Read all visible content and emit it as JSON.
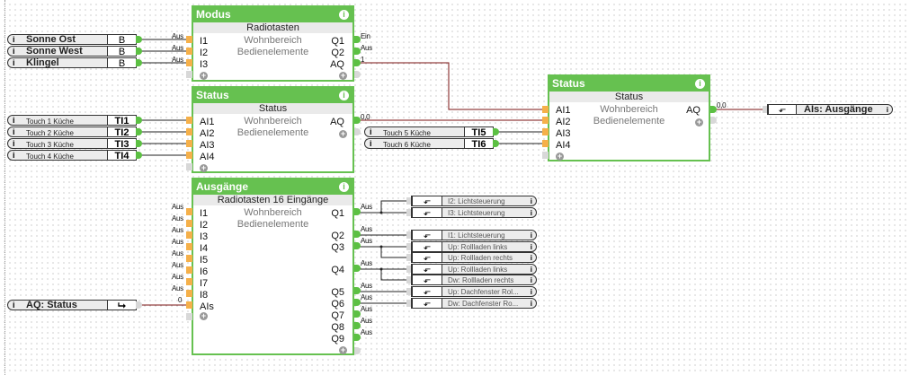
{
  "colors": {
    "block_green": "#66c150",
    "input_pin": "#f5b04a",
    "output_pin": "#5cc043",
    "wire_active": "#7a1010",
    "wire": "#222222"
  },
  "sources": [
    {
      "label": "Sonne Ost",
      "code": "B"
    },
    {
      "label": "Sonne West",
      "code": "B"
    },
    {
      "label": "Klingel",
      "code": "B"
    },
    {
      "label": "Touch 1 Küche",
      "code": "TI1"
    },
    {
      "label": "Touch 2 Küche",
      "code": "TI2"
    },
    {
      "label": "Touch 3 Küche",
      "code": "TI3"
    },
    {
      "label": "Touch 4 Küche",
      "code": "TI4"
    },
    {
      "label": "Touch 5 Küche",
      "code": "TI5"
    },
    {
      "label": "Touch 6 Küche",
      "code": "TI6"
    },
    {
      "label": "AQ: Status",
      "icon": "output-ref-icon"
    }
  ],
  "blocks": {
    "modus": {
      "title": "Modus",
      "type": "Radiotasten",
      "category1": "Wohnbereich",
      "category2": "Bedienelemente",
      "inputs": [
        "I1",
        "I2",
        "I3"
      ],
      "outputs": [
        "Q1",
        "Q2",
        "AQ"
      ],
      "input_values": [
        "Aus",
        "Aus",
        "Aus"
      ],
      "output_values": [
        "Ein",
        "Aus",
        "1"
      ]
    },
    "status1": {
      "title": "Status",
      "type": "Status",
      "category1": "Wohnbereich",
      "category2": "Bedienelemente",
      "inputs": [
        "AI1",
        "AI2",
        "AI3",
        "AI4"
      ],
      "outputs": [
        "AQ"
      ],
      "output_values": [
        "0,0"
      ]
    },
    "status2": {
      "title": "Status",
      "type": "Status",
      "category1": "Wohnbereich",
      "category2": "Bedienelemente",
      "inputs": [
        "AI1",
        "AI2",
        "AI3",
        "AI4"
      ],
      "outputs": [
        "AQ"
      ],
      "output_values": [
        "0,0"
      ]
    },
    "ausgaenge": {
      "title": "Ausgänge",
      "type": "Radiotasten 16 Eingänge",
      "category1": "Wohnbereich",
      "category2": "Bedienelemente",
      "inputs": [
        "I1",
        "I2",
        "I3",
        "I4",
        "I5",
        "I6",
        "I7",
        "I8",
        "AIs"
      ],
      "input_values": [
        "Aus",
        "Aus",
        "Aus",
        "Aus",
        "Aus",
        "Aus",
        "Aus",
        "Aus",
        "0"
      ],
      "outputs": [
        "Q1",
        "Q2",
        "Q3",
        "Q4",
        "Q5",
        "Q6",
        "Q7",
        "Q8",
        "Q9"
      ],
      "output_values": [
        "Aus",
        "Aus",
        "Aus",
        "Aus",
        "Aus",
        "Aus",
        "Aus",
        "Aus",
        "Aus"
      ]
    }
  },
  "destinations": [
    {
      "label": "AIs: Ausgänge"
    },
    {
      "label": "I2: Lichtsteuerung"
    },
    {
      "label": "I3: Lichtsteuerung"
    },
    {
      "label": "I1: Lichtsteuerung"
    },
    {
      "label": "Up: Rollladen links"
    },
    {
      "label": "Up: Rollladen rechts"
    },
    {
      "label": "Up: Rollladen links"
    },
    {
      "label": "Dw: Rollladen rechts"
    },
    {
      "label": "Up:  Dachfenster  Rol..."
    },
    {
      "label": "Dw:  Dachfenster  Ro..."
    }
  ],
  "info_glyph": "i",
  "plus_glyph": "+"
}
